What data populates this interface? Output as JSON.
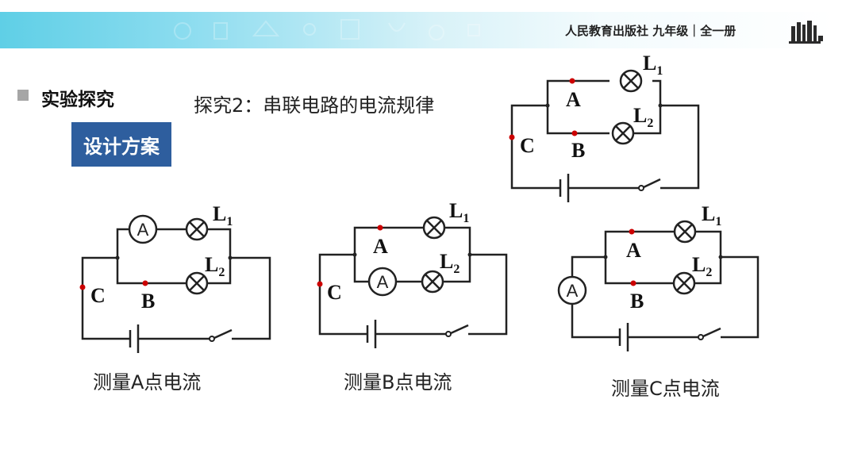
{
  "header": {
    "publisher": "人民教育出版社 九年级｜全一册",
    "logo_icon": "books-logo-icon"
  },
  "section": {
    "title": "实验探究",
    "marker_icon": "square-bullet-icon"
  },
  "topic": "探究2：串联电路的电流规律",
  "design_button": "设计方案",
  "labels": {
    "L": "L",
    "sub1": "1",
    "sub2": "2",
    "A": "A",
    "B": "B",
    "C": "C",
    "meter": "A"
  },
  "captions": {
    "measure_a": "测量A点电流",
    "measure_b": "测量B点电流",
    "measure_c": "测量C点电流"
  },
  "colors": {
    "header_accent": "#5fcfe6",
    "button_bg": "#2e5e9e",
    "point_color": "#cc0000",
    "wire": "#222222"
  }
}
